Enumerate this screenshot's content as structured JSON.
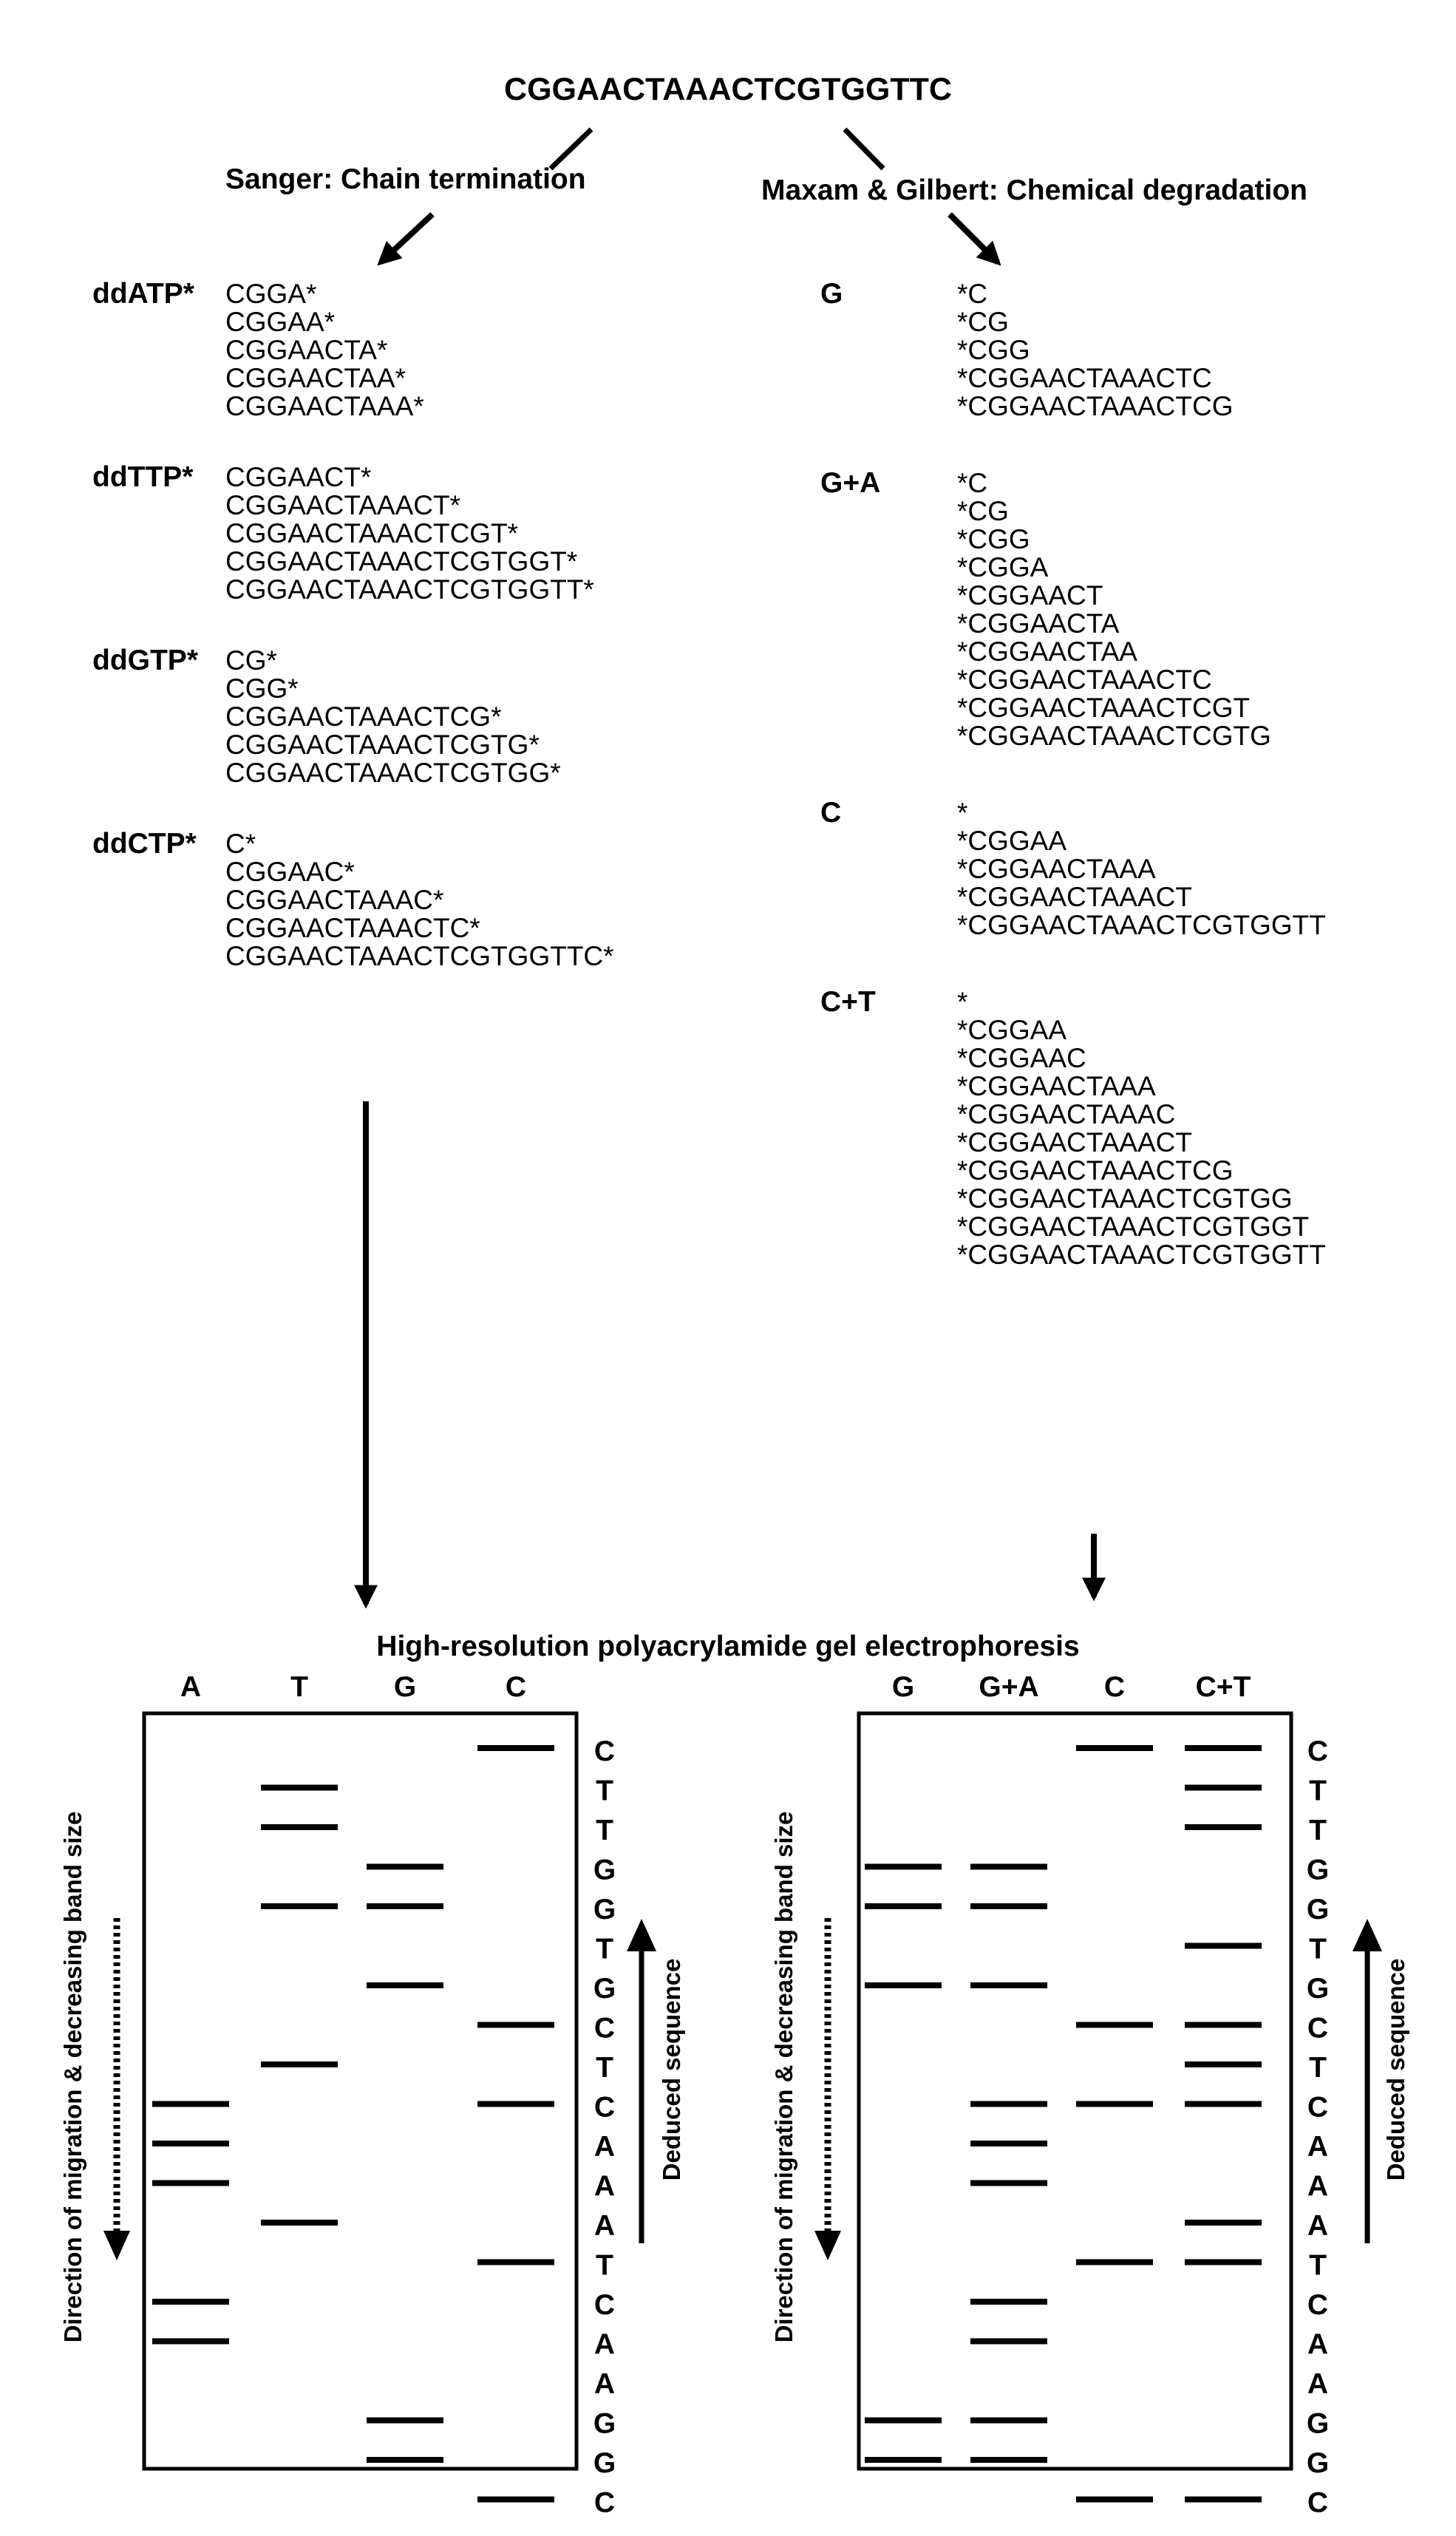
{
  "title": "CGGAACTAAACTCGTGGTTC",
  "methods": {
    "sanger": "Sanger: Chain termination",
    "maxam": "Maxam & Gilbert:  Chemical degradation"
  },
  "sanger_reactions": [
    {
      "label": "ddATP*",
      "fragments": [
        "CGGA*",
        "CGGAA*",
        "CGGAACTA*",
        "CGGAACTAA*",
        "CGGAACTAAA*"
      ]
    },
    {
      "label": "ddTTP*",
      "fragments": [
        "CGGAACT*",
        "CGGAACTAAACT*",
        "CGGAACTAAACTCGT*",
        "CGGAACTAAACTCGTGGT*",
        "CGGAACTAAACTCGTGGTT*"
      ]
    },
    {
      "label": "ddGTP*",
      "fragments": [
        "CG*",
        "CGG*",
        "CGGAACTAAACTCG*",
        "CGGAACTAAACTCGTG*",
        "CGGAACTAAACTCGTGG*"
      ]
    },
    {
      "label": "ddCTP*",
      "fragments": [
        "C*",
        "CGGAAC*",
        "CGGAACTAAAC*",
        "CGGAACTAAACTC*",
        "CGGAACTAAACTCGTGGTTC*"
      ]
    }
  ],
  "maxam_reactions": [
    {
      "label": "G",
      "fragments": [
        "*C",
        "*CG",
        "*CGG",
        "*CGGAACTAAACTC",
        "*CGGAACTAAACTCG"
      ]
    },
    {
      "label": "G+A",
      "fragments": [
        "*C",
        "*CG",
        "*CGG",
        "*CGGA",
        "*CGGAACT",
        "*CGGAACTA",
        "*CGGAACTAA",
        "*CGGAACTAAACTC",
        "*CGGAACTAAACTCGT",
        "*CGGAACTAAACTCGTG"
      ]
    },
    {
      "label": "C",
      "fragments": [
        "*",
        "*CGGAA",
        "*CGGAACTAAA",
        "*CGGAACTAAACT",
        "*CGGAACTAAACTCGTGGTT"
      ]
    },
    {
      "label": "C+T",
      "fragments": [
        "*",
        "*CGGAA",
        "*CGGAAC",
        "*CGGAACTAAA",
        "*CGGAACTAAAC",
        "*CGGAACTAAACT",
        "*CGGAACTAAACTCG",
        "*CGGAACTAAACTCGTGG",
        "*CGGAACTAAACTCGTGGT",
        "*CGGAACTAAACTCGTGGTT"
      ]
    }
  ],
  "gel_title": "High-resolution polyacrylamide gel electrophoresis",
  "gel_left": {
    "lanes": [
      "A",
      "T",
      "G",
      "C"
    ],
    "bands": [
      [
        10,
        11,
        12,
        15,
        16
      ],
      [
        2,
        3,
        5,
        9,
        13
      ],
      [
        4,
        5,
        7,
        18,
        19
      ],
      [
        1,
        8,
        10,
        14,
        20
      ]
    ]
  },
  "gel_right": {
    "lanes": [
      "G",
      "G+A",
      "C",
      "C+T"
    ],
    "bands": [
      [
        4,
        5,
        7,
        18,
        19
      ],
      [
        4,
        5,
        7,
        10,
        11,
        12,
        15,
        16,
        18,
        19
      ],
      [
        1,
        8,
        10,
        14,
        20
      ],
      [
        1,
        2,
        3,
        6,
        8,
        9,
        10,
        13,
        14,
        20
      ]
    ]
  },
  "sequence_ladder": [
    "C",
    "T",
    "T",
    "G",
    "G",
    "T",
    "G",
    "C",
    "T",
    "C",
    "A",
    "A",
    "A",
    "T",
    "C",
    "A",
    "A",
    "G",
    "G",
    "C"
  ],
  "migration_label": "Direction of migration & decreasing band size",
  "deduced_label": "Deduced sequence"
}
